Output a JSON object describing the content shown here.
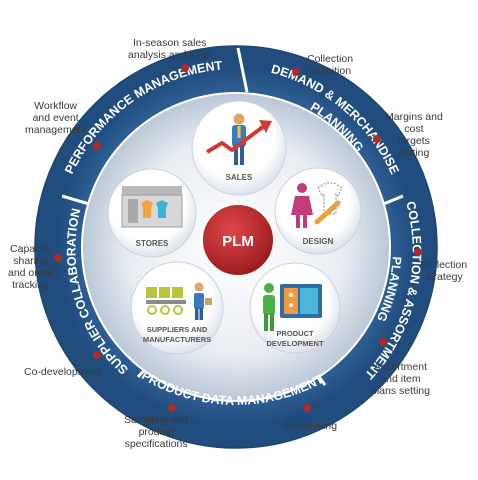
{
  "hub": "PLM",
  "ring_labels": {
    "performance": "PERFORMANCE MANAGEMENT",
    "demand_1": "DEMAND & MERCHANDISE",
    "demand_2": "PLANNING",
    "collection_1": "COLLECTION & ASSORTMENT",
    "collection_2": "PLANNING",
    "product_data": "PRODUCT DATA MANAGEMENT",
    "supplier": "SUPPLIER COLLABORATION"
  },
  "inner": {
    "sales": "SALES",
    "design": "DESIGN",
    "product_dev_1": "PRODUCT",
    "product_dev_2": "DEVELOPMENT",
    "suppliers_1": "SUPPLIERS AND",
    "suppliers_2": "MANUFACTURERS",
    "stores": "STORES"
  },
  "outer": {
    "kpis_1": "In-season sales",
    "kpis_2": "analysis and KPIs",
    "coll_def_1": "Collection",
    "coll_def_2": "definition",
    "margins_1": "Margins and",
    "margins_2": "cost",
    "margins_3": "targets",
    "margins_4": "setting",
    "coll_strat_1": "Collection",
    "coll_strat_2": "strategy",
    "assort_1": "Assortment",
    "assort_2": "and item",
    "assort_3": "plans setting",
    "prototyping": "Prototyping",
    "sampling_1": "Sampling and",
    "sampling_2": "product",
    "sampling_3": "specifications",
    "codev": "Co-development",
    "capacity_1": "Capacity",
    "capacity_2": "sharing",
    "capacity_3": "and order",
    "capacity_4": "tracking",
    "workflow_1": "Workflow",
    "workflow_2": "and event",
    "workflow_3": "management"
  },
  "colors": {
    "ring": "#2a5d93",
    "ring_dark": "#1c456f",
    "dot": "#b02a2a",
    "hub": "#c0262a",
    "text": "#3a3a3a"
  }
}
